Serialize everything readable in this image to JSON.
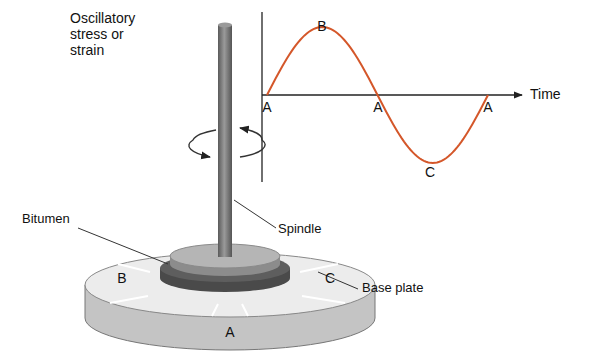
{
  "diagram": {
    "labels": [
      "Oscillatory stress or strain",
      "B",
      "A",
      "A",
      "C",
      "A",
      "Time",
      "Bitumen",
      "Spindle",
      "Base plate",
      "B",
      "C",
      "A"
    ]
  }
}
